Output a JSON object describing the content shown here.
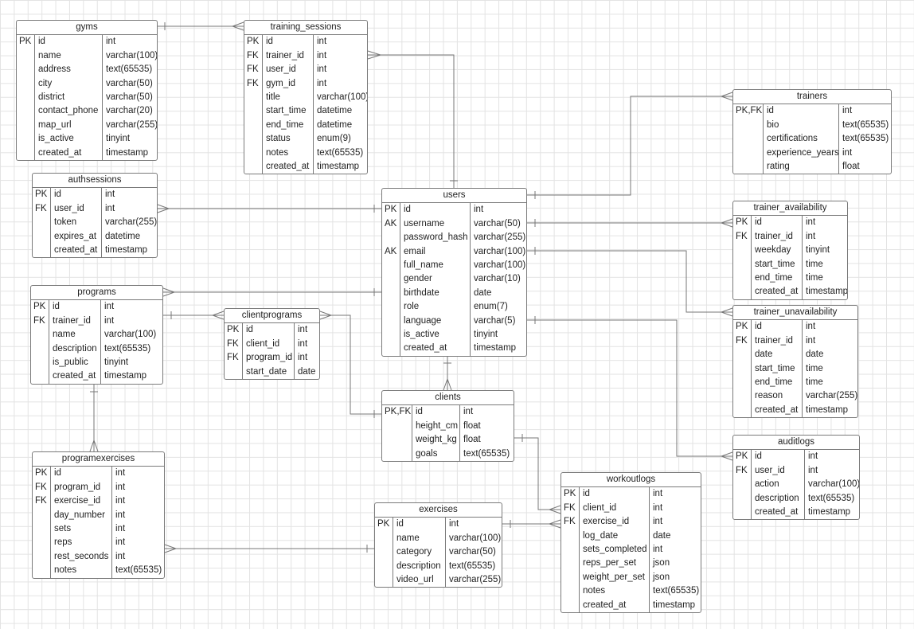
{
  "colors": {
    "border": "#7a7a7a",
    "line": "#777777",
    "grid": "#e3e3e3",
    "background": "#ffffff"
  },
  "tables": [
    {
      "id": "gyms",
      "name": "gyms",
      "columns": [
        {
          "key": "PK",
          "name": "id",
          "type": "int"
        },
        {
          "key": "",
          "name": "name",
          "type": "varchar(100)"
        },
        {
          "key": "",
          "name": "address",
          "type": "text(65535)"
        },
        {
          "key": "",
          "name": "city",
          "type": "varchar(50)"
        },
        {
          "key": "",
          "name": "district",
          "type": "varchar(50)"
        },
        {
          "key": "",
          "name": "contact_phone",
          "type": "varchar(20)"
        },
        {
          "key": "",
          "name": "map_url",
          "type": "varchar(255)"
        },
        {
          "key": "",
          "name": "is_active",
          "type": "tinyint"
        },
        {
          "key": "",
          "name": "created_at",
          "type": "timestamp"
        }
      ]
    },
    {
      "id": "training_sessions",
      "name": "training_sessions",
      "columns": [
        {
          "key": "PK",
          "name": "id",
          "type": "int"
        },
        {
          "key": "FK",
          "name": "trainer_id",
          "type": "int"
        },
        {
          "key": "FK",
          "name": "user_id",
          "type": "int"
        },
        {
          "key": "FK",
          "name": "gym_id",
          "type": "int"
        },
        {
          "key": "",
          "name": "title",
          "type": "varchar(100)"
        },
        {
          "key": "",
          "name": "start_time",
          "type": "datetime"
        },
        {
          "key": "",
          "name": "end_time",
          "type": "datetime"
        },
        {
          "key": "",
          "name": "status",
          "type": "enum(9)"
        },
        {
          "key": "",
          "name": "notes",
          "type": "text(65535)"
        },
        {
          "key": "",
          "name": "created_at",
          "type": "timestamp"
        }
      ]
    },
    {
      "id": "trainers",
      "name": "trainers",
      "columns": [
        {
          "key": "PK,FK",
          "name": "id",
          "type": "int"
        },
        {
          "key": "",
          "name": "bio",
          "type": "text(65535)"
        },
        {
          "key": "",
          "name": "certifications",
          "type": "text(65535)"
        },
        {
          "key": "",
          "name": "experience_years",
          "type": "int"
        },
        {
          "key": "",
          "name": "rating",
          "type": "float"
        }
      ]
    },
    {
      "id": "authsessions",
      "name": "authsessions",
      "columns": [
        {
          "key": "PK",
          "name": "id",
          "type": "int"
        },
        {
          "key": "FK",
          "name": "user_id",
          "type": "int"
        },
        {
          "key": "",
          "name": "token",
          "type": "varchar(255)"
        },
        {
          "key": "",
          "name": "expires_at",
          "type": "datetime"
        },
        {
          "key": "",
          "name": "created_at",
          "type": "timestamp"
        }
      ]
    },
    {
      "id": "users",
      "name": "users",
      "columns": [
        {
          "key": "PK",
          "name": "id",
          "type": "int"
        },
        {
          "key": "AK",
          "name": "username",
          "type": "varchar(50)"
        },
        {
          "key": "",
          "name": "password_hash",
          "type": "varchar(255)"
        },
        {
          "key": "AK",
          "name": "email",
          "type": "varchar(100)"
        },
        {
          "key": "",
          "name": "full_name",
          "type": "varchar(100)"
        },
        {
          "key": "",
          "name": "gender",
          "type": "varchar(10)"
        },
        {
          "key": "",
          "name": "birthdate",
          "type": "date"
        },
        {
          "key": "",
          "name": "role",
          "type": "enum(7)"
        },
        {
          "key": "",
          "name": "language",
          "type": "varchar(5)"
        },
        {
          "key": "",
          "name": "is_active",
          "type": "tinyint"
        },
        {
          "key": "",
          "name": "created_at",
          "type": "timestamp"
        }
      ]
    },
    {
      "id": "trainer_availability",
      "name": "trainer_availability",
      "columns": [
        {
          "key": "PK",
          "name": "id",
          "type": "int"
        },
        {
          "key": "FK",
          "name": "trainer_id",
          "type": "int"
        },
        {
          "key": "",
          "name": "weekday",
          "type": "tinyint"
        },
        {
          "key": "",
          "name": "start_time",
          "type": "time"
        },
        {
          "key": "",
          "name": "end_time",
          "type": "time"
        },
        {
          "key": "",
          "name": "created_at",
          "type": "timestamp"
        }
      ]
    },
    {
      "id": "programs",
      "name": "programs",
      "columns": [
        {
          "key": "PK",
          "name": "id",
          "type": "int"
        },
        {
          "key": "FK",
          "name": "trainer_id",
          "type": "int"
        },
        {
          "key": "",
          "name": "name",
          "type": "varchar(100)"
        },
        {
          "key": "",
          "name": "description",
          "type": "text(65535)"
        },
        {
          "key": "",
          "name": "is_public",
          "type": "tinyint"
        },
        {
          "key": "",
          "name": "created_at",
          "type": "timestamp"
        }
      ]
    },
    {
      "id": "clientprograms",
      "name": "clientprograms",
      "columns": [
        {
          "key": "PK",
          "name": "id",
          "type": "int"
        },
        {
          "key": "FK",
          "name": "client_id",
          "type": "int"
        },
        {
          "key": "FK",
          "name": "program_id",
          "type": "int"
        },
        {
          "key": "",
          "name": "start_date",
          "type": "date"
        }
      ]
    },
    {
      "id": "trainer_unavailability",
      "name": "trainer_unavailability",
      "columns": [
        {
          "key": "PK",
          "name": "id",
          "type": "int"
        },
        {
          "key": "FK",
          "name": "trainer_id",
          "type": "int"
        },
        {
          "key": "",
          "name": "date",
          "type": "date"
        },
        {
          "key": "",
          "name": "start_time",
          "type": "time"
        },
        {
          "key": "",
          "name": "end_time",
          "type": "time"
        },
        {
          "key": "",
          "name": "reason",
          "type": "varchar(255)"
        },
        {
          "key": "",
          "name": "created_at",
          "type": "timestamp"
        }
      ]
    },
    {
      "id": "clients",
      "name": "clients",
      "columns": [
        {
          "key": "PK,FK",
          "name": "id",
          "type": "int"
        },
        {
          "key": "",
          "name": "height_cm",
          "type": "float"
        },
        {
          "key": "",
          "name": "weight_kg",
          "type": "float"
        },
        {
          "key": "",
          "name": "goals",
          "type": "text(65535)"
        }
      ]
    },
    {
      "id": "auditlogs",
      "name": "auditlogs",
      "columns": [
        {
          "key": "PK",
          "name": "id",
          "type": "int"
        },
        {
          "key": "FK",
          "name": "user_id",
          "type": "int"
        },
        {
          "key": "",
          "name": "action",
          "type": "varchar(100)"
        },
        {
          "key": "",
          "name": "description",
          "type": "text(65535)"
        },
        {
          "key": "",
          "name": "created_at",
          "type": "timestamp"
        }
      ]
    },
    {
      "id": "programexercises",
      "name": "programexercises",
      "columns": [
        {
          "key": "PK",
          "name": "id",
          "type": "int"
        },
        {
          "key": "FK",
          "name": "program_id",
          "type": "int"
        },
        {
          "key": "FK",
          "name": "exercise_id",
          "type": "int"
        },
        {
          "key": "",
          "name": "day_number",
          "type": "int"
        },
        {
          "key": "",
          "name": "sets",
          "type": "int"
        },
        {
          "key": "",
          "name": "reps",
          "type": "int"
        },
        {
          "key": "",
          "name": "rest_seconds",
          "type": "int"
        },
        {
          "key": "",
          "name": "notes",
          "type": "text(65535)"
        }
      ]
    },
    {
      "id": "workoutlogs",
      "name": "workoutlogs",
      "columns": [
        {
          "key": "PK",
          "name": "id",
          "type": "int"
        },
        {
          "key": "FK",
          "name": "client_id",
          "type": "int"
        },
        {
          "key": "FK",
          "name": "exercise_id",
          "type": "int"
        },
        {
          "key": "",
          "name": "log_date",
          "type": "date"
        },
        {
          "key": "",
          "name": "sets_completed",
          "type": "int"
        },
        {
          "key": "",
          "name": "reps_per_set",
          "type": "json"
        },
        {
          "key": "",
          "name": "weight_per_set",
          "type": "json"
        },
        {
          "key": "",
          "name": "notes",
          "type": "text(65535)"
        },
        {
          "key": "",
          "name": "created_at",
          "type": "timestamp"
        }
      ]
    },
    {
      "id": "exercises",
      "name": "exercises",
      "columns": [
        {
          "key": "PK",
          "name": "id",
          "type": "int"
        },
        {
          "key": "",
          "name": "name",
          "type": "varchar(100)"
        },
        {
          "key": "",
          "name": "category",
          "type": "varchar(50)"
        },
        {
          "key": "",
          "name": "description",
          "type": "text(65535)"
        },
        {
          "key": "",
          "name": "video_url",
          "type": "varchar(255)"
        }
      ]
    }
  ]
}
